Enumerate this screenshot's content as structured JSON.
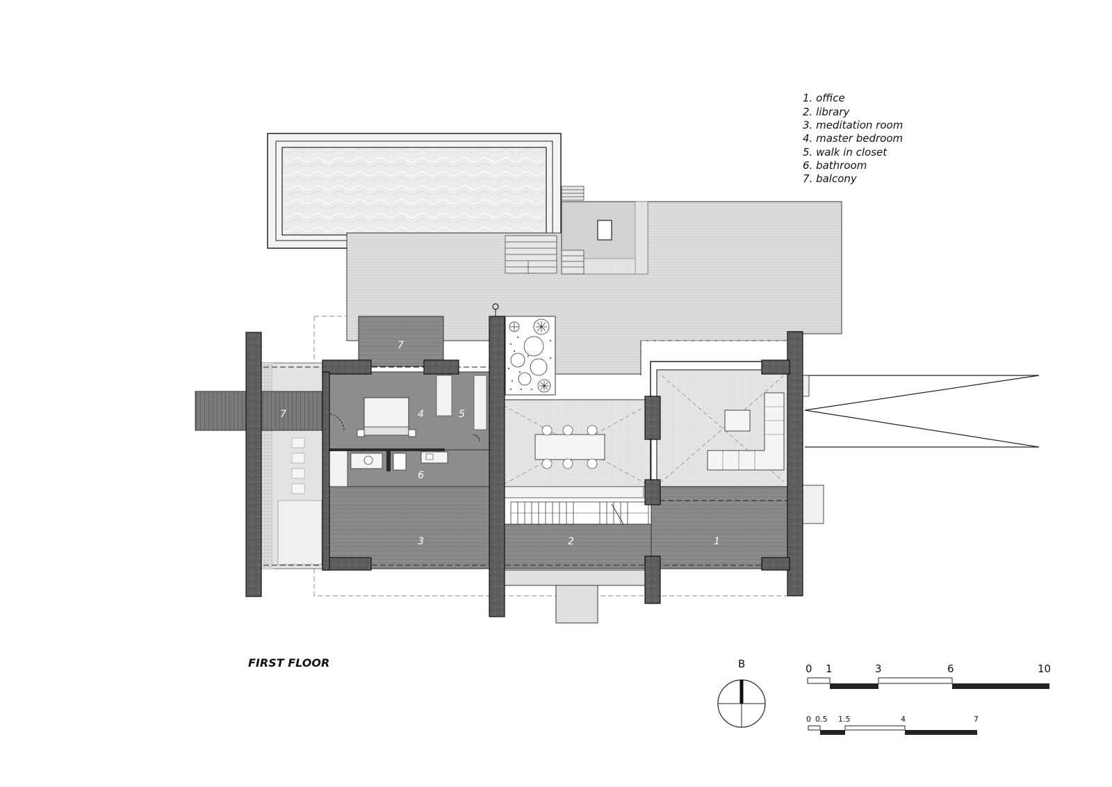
{
  "legend": [
    "1. office",
    "2. library",
    "3. meditation room",
    "4. master bedroom",
    "5. walk in closet",
    "6. bathroom",
    "7. balcony"
  ],
  "room_labels": {
    "office": "1",
    "library": "2",
    "meditation_room": "3",
    "master_bedroom": "4",
    "walk_in_closet": "5",
    "bathroom": "6",
    "balcony_top": "7",
    "balcony_left": "7"
  },
  "floor_title": "FIRST FLOOR",
  "north_label": "B",
  "scale_bar_1": {
    "ticks": [
      "0",
      "1",
      "3",
      "6",
      "10"
    ]
  },
  "scale_bar_2": {
    "ticks": [
      "0",
      "0.5",
      "1.5",
      "4",
      "7"
    ]
  },
  "colors": {
    "wall_dark": "#5a5a5a",
    "floor_wood": "#8c8c8c",
    "floor_light": "#e6e6e6",
    "roof": "#d9d9d9",
    "pool": "#ececec"
  }
}
